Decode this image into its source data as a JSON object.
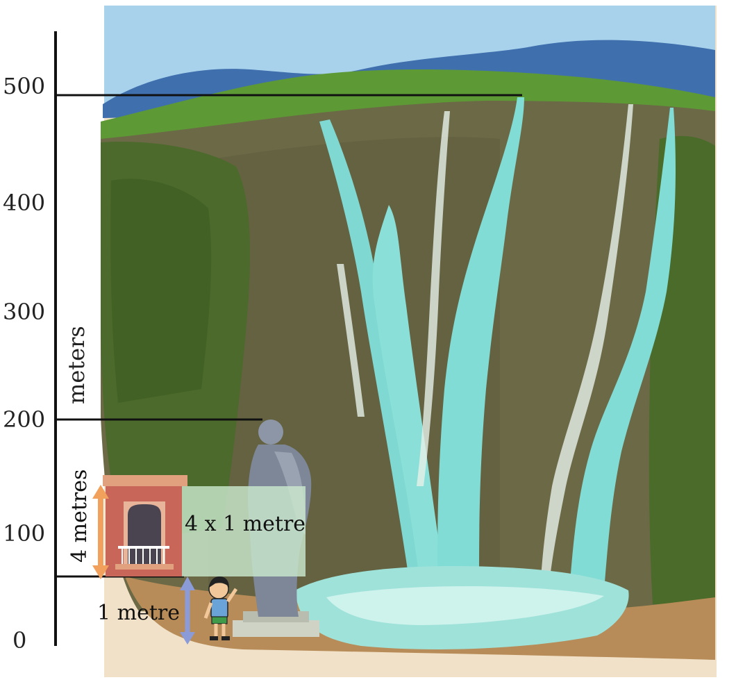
{
  "axis": {
    "unit_label": "meters",
    "ticks": [
      "500",
      "400",
      "300",
      "200",
      "100",
      "0"
    ]
  },
  "annotations": {
    "wall_height": "4 metres",
    "wall_area": "4 x 1 metre",
    "child_height": "1 metre"
  },
  "colors": {
    "sky": "#9cc8e6",
    "far_hills": "#3c6eaa",
    "grass": "#5f9a38",
    "cliff": "#6e6a48",
    "foliage": "#4c6a2c",
    "water": "#7fdad4",
    "wall_brick": "#c9675c",
    "wall_panel": "#c8e6cc",
    "arrow_orange": "#f2a15c",
    "arrow_blue": "#8a9bd8"
  }
}
